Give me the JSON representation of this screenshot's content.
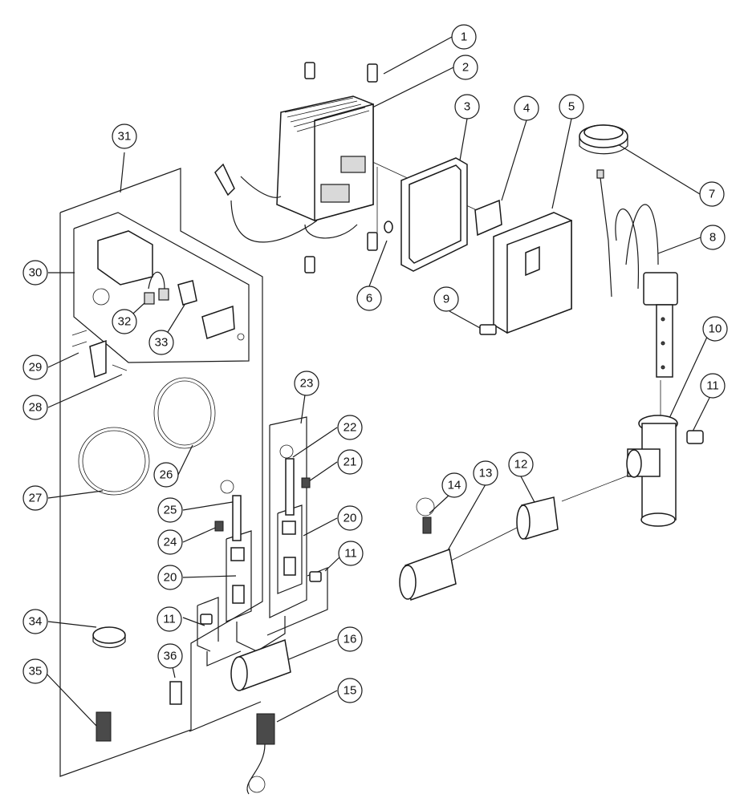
{
  "callouts": [
    {
      "id": "1",
      "label": "1"
    },
    {
      "id": "2",
      "label": "2"
    },
    {
      "id": "3",
      "label": "3"
    },
    {
      "id": "4",
      "label": "4"
    },
    {
      "id": "5",
      "label": "5"
    },
    {
      "id": "6",
      "label": "6"
    },
    {
      "id": "7",
      "label": "7"
    },
    {
      "id": "8",
      "label": "8"
    },
    {
      "id": "9",
      "label": "9"
    },
    {
      "id": "10",
      "label": "10"
    },
    {
      "id": "11a",
      "label": "11"
    },
    {
      "id": "11b",
      "label": "11"
    },
    {
      "id": "11c",
      "label": "11"
    },
    {
      "id": "12",
      "label": "12"
    },
    {
      "id": "13",
      "label": "13"
    },
    {
      "id": "14",
      "label": "14"
    },
    {
      "id": "15",
      "label": "15"
    },
    {
      "id": "16",
      "label": "16"
    },
    {
      "id": "20a",
      "label": "20"
    },
    {
      "id": "20b",
      "label": "20"
    },
    {
      "id": "21",
      "label": "21"
    },
    {
      "id": "22",
      "label": "22"
    },
    {
      "id": "23",
      "label": "23"
    },
    {
      "id": "24",
      "label": "24"
    },
    {
      "id": "25",
      "label": "25"
    },
    {
      "id": "26",
      "label": "26"
    },
    {
      "id": "27",
      "label": "27"
    },
    {
      "id": "28",
      "label": "28"
    },
    {
      "id": "29",
      "label": "29"
    },
    {
      "id": "30",
      "label": "30"
    },
    {
      "id": "31",
      "label": "31"
    },
    {
      "id": "32",
      "label": "32"
    },
    {
      "id": "33",
      "label": "33"
    },
    {
      "id": "34",
      "label": "34"
    },
    {
      "id": "35",
      "label": "35"
    },
    {
      "id": "36",
      "label": "36"
    }
  ]
}
